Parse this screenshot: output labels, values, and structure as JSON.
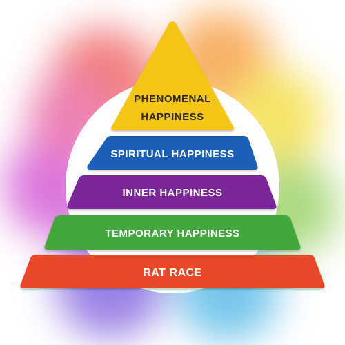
{
  "diagram": {
    "type": "pyramid",
    "tiers": [
      {
        "label_lines": [
          "PHENOMENAL",
          "HAPPINESS"
        ],
        "color": "#F5C518",
        "text_color": "#2b2b2b"
      },
      {
        "label_lines": [
          "SPIRITUAL HAPPINESS"
        ],
        "color": "#1F5FB8",
        "text_color": "#ffffff"
      },
      {
        "label_lines": [
          "INNER HAPPINESS"
        ],
        "color": "#7A2598",
        "text_color": "#ffffff"
      },
      {
        "label_lines": [
          "TEMPORARY HAPPINESS"
        ],
        "color": "#43A83A",
        "text_color": "#ffffff"
      },
      {
        "label_lines": [
          "RAT RACE"
        ],
        "color": "#E8462A",
        "text_color": "#ffffff"
      }
    ],
    "background_colors": [
      "#F06A6A",
      "#F7A34B",
      "#F4E04D",
      "#9ED36A",
      "#5FBDE8",
      "#8A6CE0",
      "#D65FD6"
    ]
  }
}
